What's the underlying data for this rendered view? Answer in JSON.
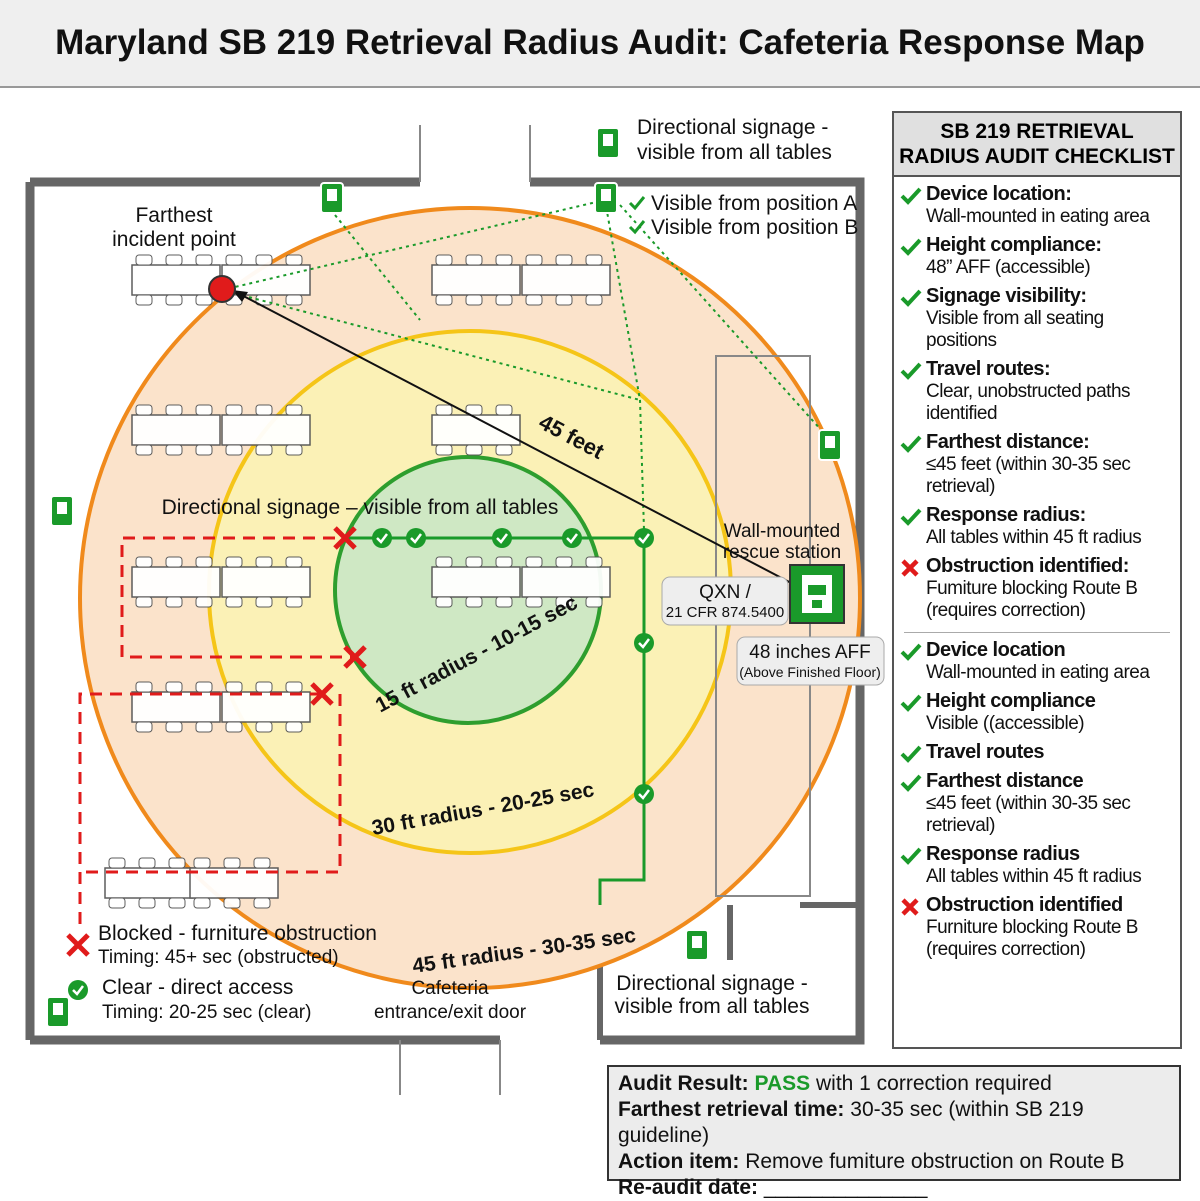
{
  "title": "Maryland SB 219 Retrieval Radius Audit: Cafeteria Response Map",
  "colors": {
    "clear": "#1a9a2a",
    "blocked": "#e01b1b",
    "r15": "#2e9e2e",
    "r30": "#f5c518",
    "r45": "#f08a1c"
  },
  "map": {
    "signage_top": [
      "Directional signage -",
      "visible from all tables"
    ],
    "visible_a": "Visible from position A",
    "visible_b": "Visible from position B",
    "farthest": [
      "Farthest",
      "incident point"
    ],
    "distance": "45 feet",
    "signage_mid": "Directional signage – visible from all tables",
    "station": [
      "Wall-mounted",
      "rescue station"
    ],
    "qxn": [
      "QXN /",
      "21 CFR 874.5400"
    ],
    "height": [
      "48 inches AFF",
      "(Above Finished Floor)"
    ],
    "r15": "15 ft radius - 10-15 sec",
    "r30": "30 ft radius - 20-25 sec",
    "r45": "45 ft radius - 30-35 sec",
    "legend_blocked": [
      "Blocked - furniture obstruction",
      "Timing: 45+ sec (obstructed)"
    ],
    "legend_clear": [
      "Clear - direct access",
      "Timing: 20-25 sec (clear)"
    ],
    "entrance": [
      "Cafeteria",
      "entrance/exit door"
    ],
    "signage_bottom": [
      "Directional signage -",
      "visible from all tables"
    ]
  },
  "checklist": {
    "title": "SB 219 RETRIEVAL RADIUS AUDIT CHECKLIST",
    "items": [
      {
        "status": "pass",
        "label": "Device location:",
        "detail": "Wall-mounted in eating area"
      },
      {
        "status": "pass",
        "label": "Height compliance:",
        "detail": "48” AFF (accessible)"
      },
      {
        "status": "pass",
        "label": "Signage visibility:",
        "detail": "Visible from all seating positions"
      },
      {
        "status": "pass",
        "label": "Travel routes:",
        "detail": "Clear, unobstructed paths identified"
      },
      {
        "status": "pass",
        "label": "Farthest distance:",
        "detail": "≤45 feet (within 30-35 sec retrieval)"
      },
      {
        "status": "pass",
        "label": "Response radius:",
        "detail": "All tables within 45 ft radius"
      },
      {
        "status": "fail",
        "label": "Obstruction identified:",
        "detail": "Fumiture blocking Route B (requires correction)"
      }
    ],
    "items2": [
      {
        "status": "pass",
        "label": "Device location",
        "detail": "Wall-mounted in eating area"
      },
      {
        "status": "pass",
        "label": "Height compliance",
        "detail": "Visible ((accessible)"
      },
      {
        "status": "pass",
        "label": "Travel routes",
        "detail": ""
      },
      {
        "status": "pass",
        "label": "Farthest distance",
        "detail": "≤45 feet (within 30-35 sec retrieval)"
      },
      {
        "status": "pass",
        "label": "Response radius",
        "detail": "All tables within 45 ft radius"
      },
      {
        "status": "fail",
        "label": "Obstruction identified",
        "detail": "Furniture blocking Route B (requires correction)"
      }
    ]
  },
  "result": {
    "audit_label": "Audit Result:",
    "audit_value": "PASS",
    "audit_rest": "with 1 correction required",
    "time_label": "Farthest retrieval time:",
    "time_value": "30-35 sec (within SB 219 guideline)",
    "action_label": "Action item:",
    "action_value": "Remove fumiture obstruction on Route B",
    "reaudit_label": "Re-audit date:",
    "reaudit_value": "______________"
  }
}
